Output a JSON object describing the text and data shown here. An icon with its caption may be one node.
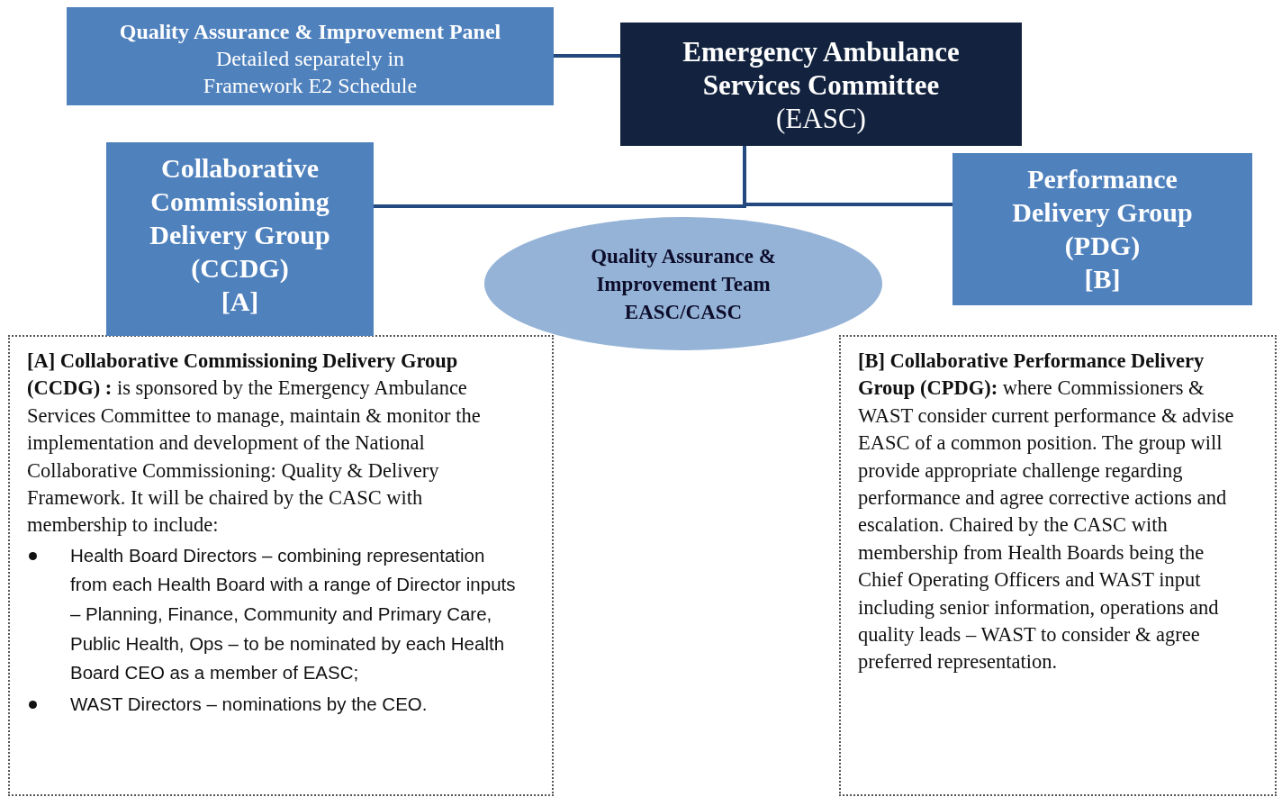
{
  "diagram": {
    "nodes": [
      {
        "text": [
          "Quality Assurance &  Improvement Panel",
          "Detailed separately in Framework E2 Schedule"
        ]
      },
      {
        "text": [
          "Emergency Ambulance Services Committee",
          "(EASC)"
        ]
      },
      {
        "text": [
          "Collaborative Commissioning Delivery Group (CCDG)",
          "[A]"
        ]
      },
      {
        "text": [
          "Performance Delivery Group (PDG)",
          "[B]"
        ]
      },
      {
        "text": [
          "Quality Assurance & Improvement Team EASC/CASC"
        ]
      },
      {
        "text": [
          "**[A] Collaborative Commissioning Delivery Group (CCDG) :** is sponsored by the Emergency Ambulance Services Committee to manage, maintain & monitor the implementation and development of the National Collaborative Commissioning: Quality & Delivery Framework. It will be chaired by the CASC with membership to include:",
          "Health Board Directors – combining representation from each Health Board with a range of Director inputs – Planning, Finance, Community and Primary Care, Public Health, Ops – to be nominated by each Health Board CEO as a member of EASC;",
          "WAST Directors – nominations by the CEO."
        ]
      },
      {
        "text": [
          "**[B] Collaborative Performance Delivery Group (CPDG):** where Commissioners & WAST consider current performance & advise EASC of a common position. The group will provide appropriate challenge regarding performance and agree corrective actions and escalation. Chaired by the CASC with membership from Health Boards being the Chief Operating Officers and WAST input including senior information, operations and quality leads – WAST to consider & agree preferred representation."
        ]
      }
    ],
    "edges": [
      {
        "from": 0,
        "to": 1,
        "arrow": "none"
      },
      {
        "from": 1,
        "to": 2,
        "arrow": "none"
      },
      {
        "from": 1,
        "to": 3,
        "arrow": "none"
      }
    ]
  }
}
